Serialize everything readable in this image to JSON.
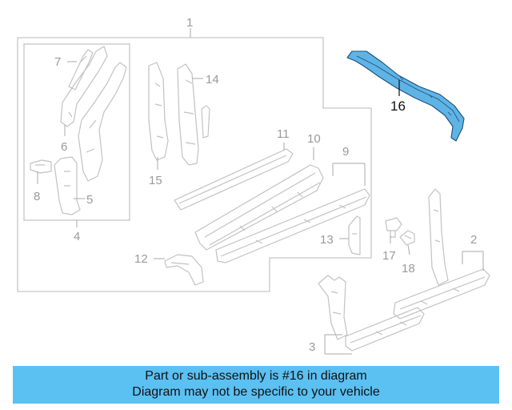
{
  "diagram": {
    "callouts": {
      "c1": "1",
      "c2": "2",
      "c3": "3",
      "c4": "4",
      "c5": "5",
      "c6": "6",
      "c7": "7",
      "c8": "8",
      "c9": "9",
      "c10": "10",
      "c11": "11",
      "c12": "12",
      "c13": "13",
      "c14": "14",
      "c15": "15",
      "c16": "16",
      "c17": "17",
      "c18": "18"
    },
    "highlighted_part": "16",
    "highlight_color": "#5fb4e6"
  },
  "banner": {
    "line1": "Part or sub-assembly is #16 in diagram",
    "line2": "Diagram may not be specific to your vehicle",
    "color": "#5bc0f2"
  }
}
